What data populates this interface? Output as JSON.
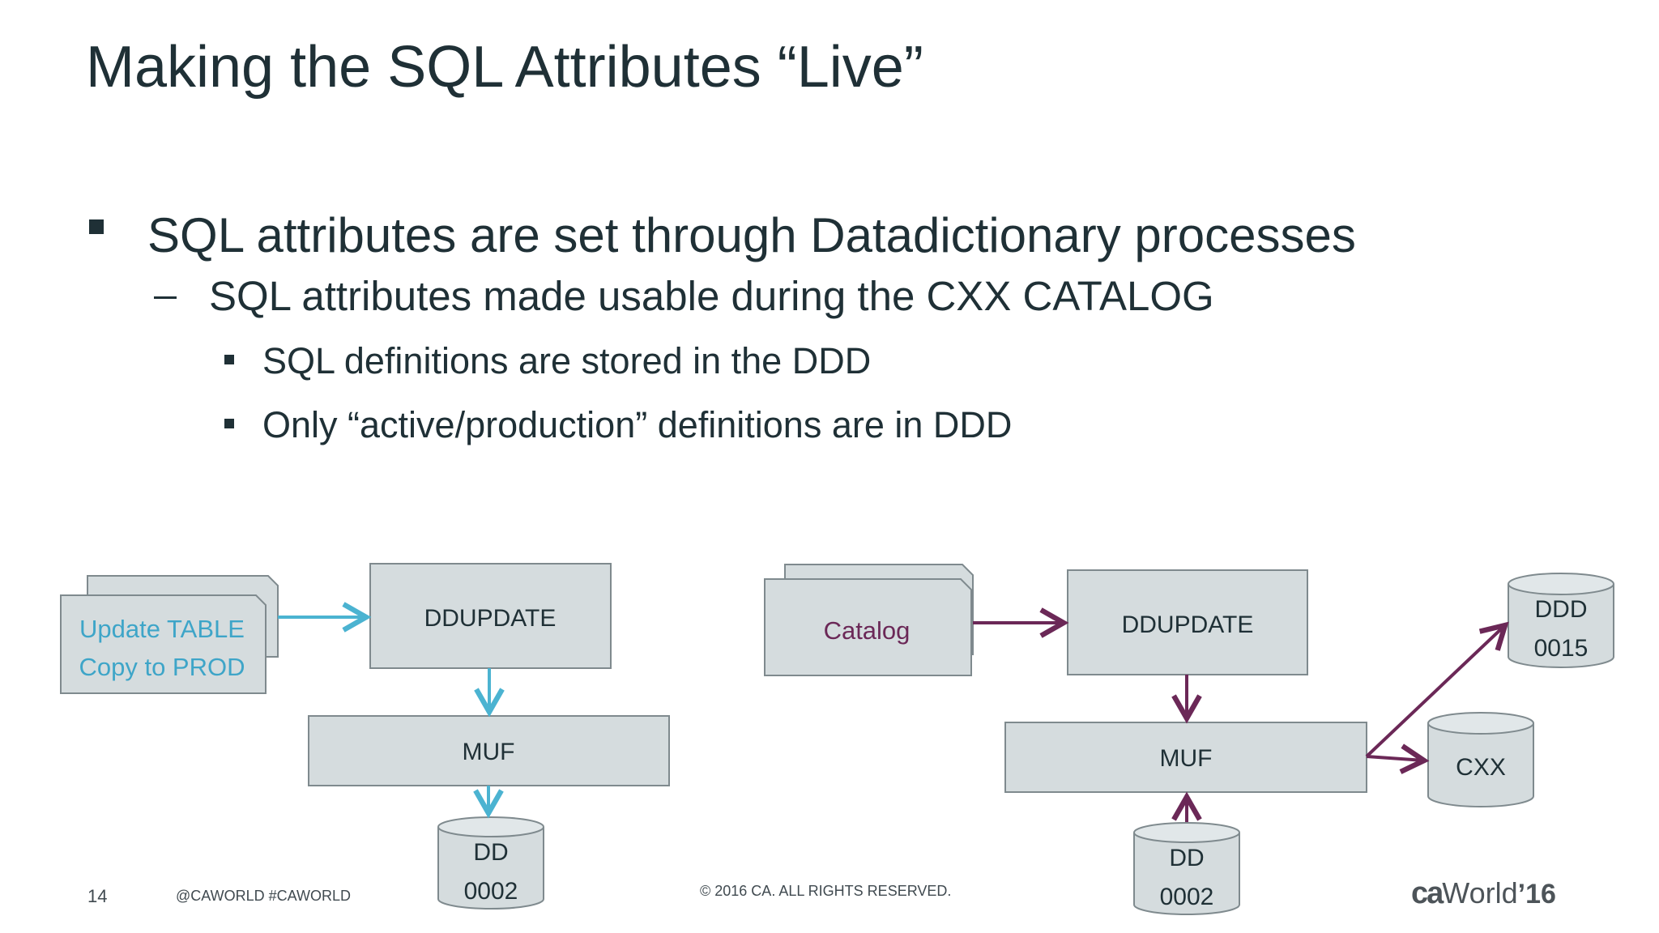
{
  "slide": {
    "title": "Making the SQL Attributes “Live”",
    "bullet_1": "SQL attributes are set through Datadictionary processes",
    "sub_bullet_1": "SQL attributes made usable during the CXX CATALOG",
    "sub_sub_bullets": [
      "SQL definitions are stored in the DDD",
      "Only “active/production” definitions are in DDD"
    ]
  },
  "left_flow": {
    "doc_line_1": "Update TABLE",
    "doc_line_2": "Copy to PROD",
    "process_1": "DDUPDATE",
    "process_2": "MUF",
    "db_line_1": "DD",
    "db_line_2": "0002",
    "arrow_color": "#4bb3d1"
  },
  "right_flow": {
    "doc_label": "Catalog",
    "process_1": "DDUPDATE",
    "process_2": "MUF",
    "db_bottom_line_1": "DD",
    "db_bottom_line_2": "0002",
    "db_ddd_line_1": "DDD",
    "db_ddd_line_2": "0015",
    "db_cxx": "CXX",
    "arrow_color": "#6b2857"
  },
  "colors": {
    "shape_fill": "#d5dcde",
    "shape_stroke": "#7f8a8e",
    "text_dark": "#1f3036",
    "doc_text_left": "#3ea5c8",
    "doc_text_right": "#6b2857"
  },
  "footer": {
    "page_number": "14",
    "social": "@CAWORLD   #CAWORLD",
    "copyright": "© 2016 CA. ALL RIGHTS RESERVED.",
    "logo_ca": "ca",
    "logo_world": "World",
    "logo_year": "’16"
  }
}
